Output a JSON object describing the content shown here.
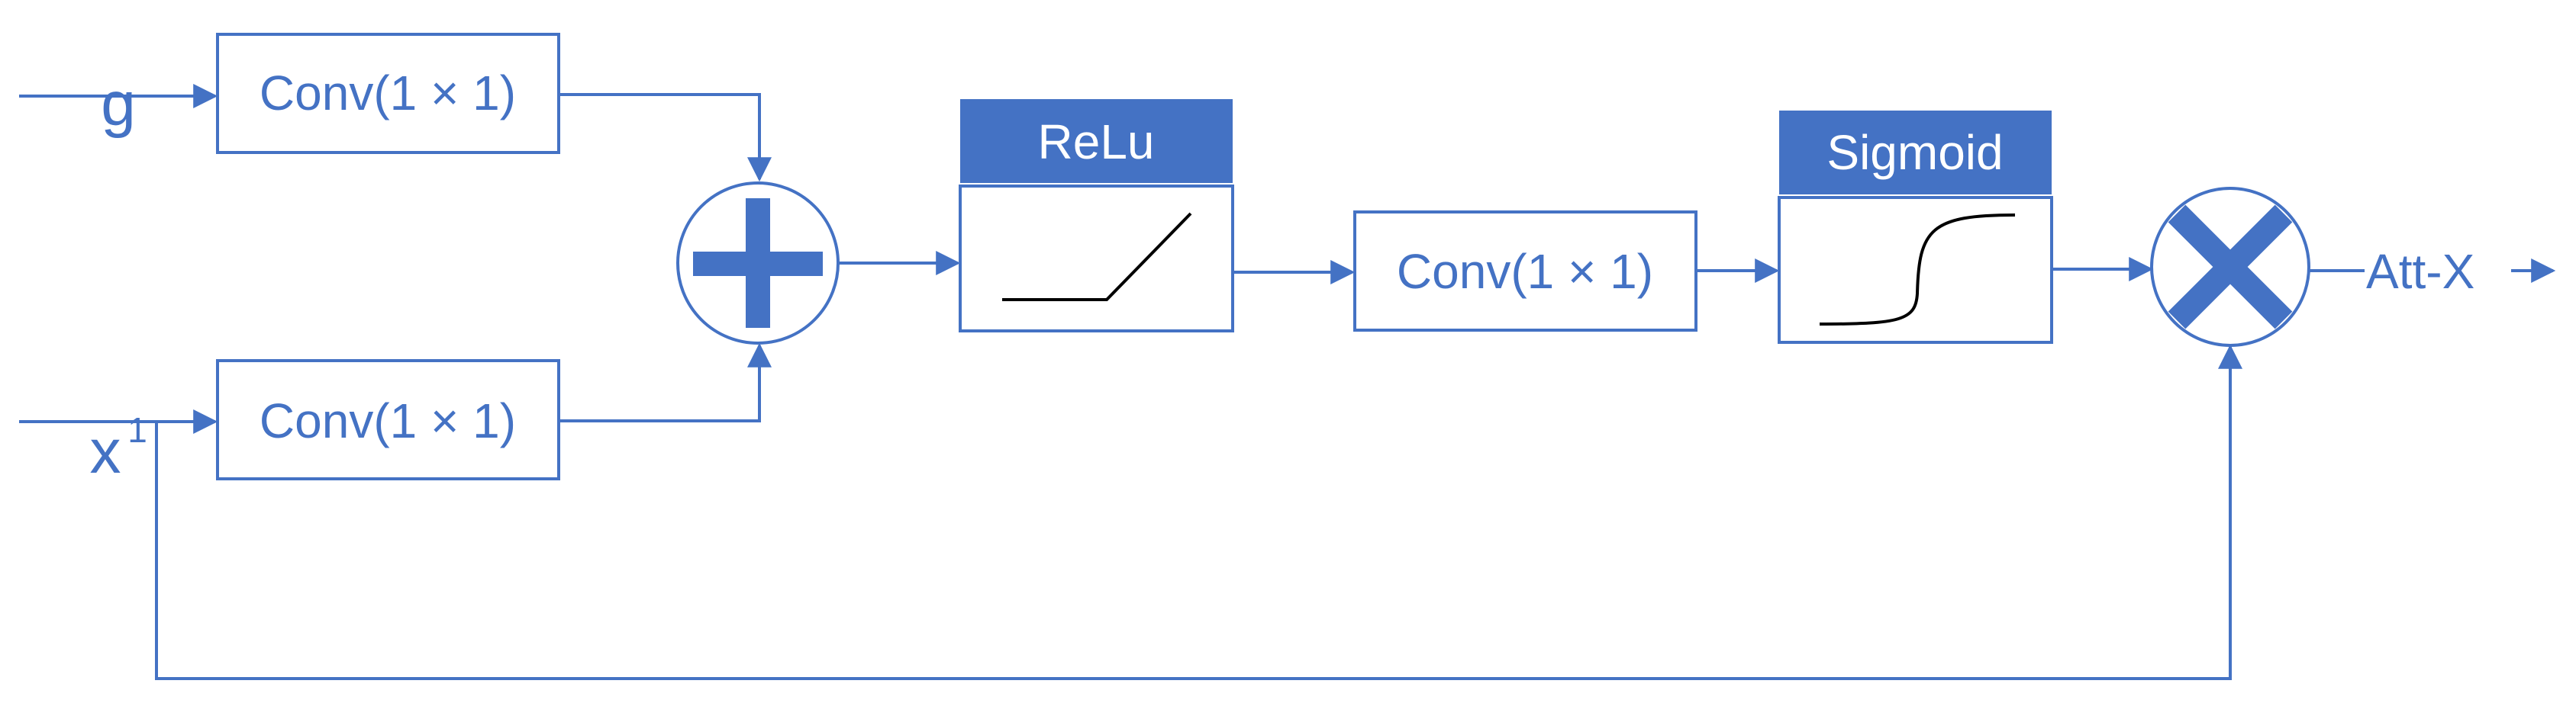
{
  "colors": {
    "primary": "#4472C4",
    "box_fill": "#FFFFFF",
    "curve": "#000000",
    "header_text": "#FFFFFF"
  },
  "inputs": {
    "g": "g",
    "x_base": "x",
    "x_superscript": "1"
  },
  "blocks": {
    "conv_g": "Conv(1 × 1)",
    "conv_x": "Conv(1 × 1)",
    "relu_header": "ReLu",
    "conv_mid": "Conv(1 × 1)",
    "sigmoid_header": "Sigmoid"
  },
  "operators": {
    "add": "plus-operator",
    "multiply": "multiply-operator"
  },
  "output": "Att-X"
}
